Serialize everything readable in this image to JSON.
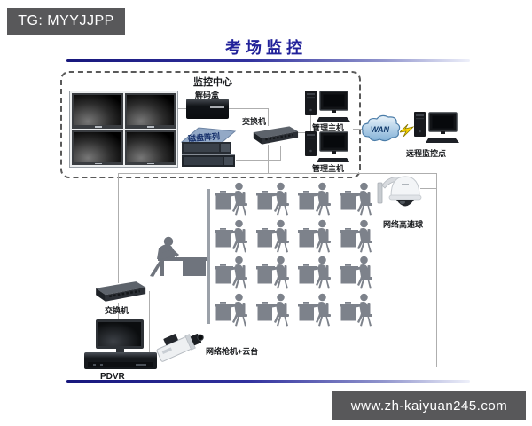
{
  "watermarks": {
    "top_left": "TG: MYYJJPP",
    "bottom_right": "www.zh-kaiyuan245.com"
  },
  "title": "考场监控",
  "monitoring_center": {
    "label": "监控中心",
    "decoder_label": "解码盒",
    "disk_array_label": "磁盘阵列",
    "switch_label": "交换机",
    "host_top_label": "管理主机",
    "host_bottom_label": "管理主机"
  },
  "wan": {
    "label": "WAN",
    "remote_pc_label": "远程监控点"
  },
  "exam_room": {
    "rows": 4,
    "cols": 4,
    "dome_camera_label": "网络高速球",
    "switch_label": "交换机",
    "pdvr_label": "PDVR",
    "box_camera_label": "网络枪机+云台"
  },
  "colors": {
    "accent_navy": "#22229a",
    "badge_bg": "#58585a",
    "connection_line": "#aeaeae",
    "silhouette_gray": "#7d828b",
    "cloud_fill": "#9cc0e0",
    "cloud_stroke": "#4a7ca8",
    "lightning_yellow": "#ffd800"
  }
}
